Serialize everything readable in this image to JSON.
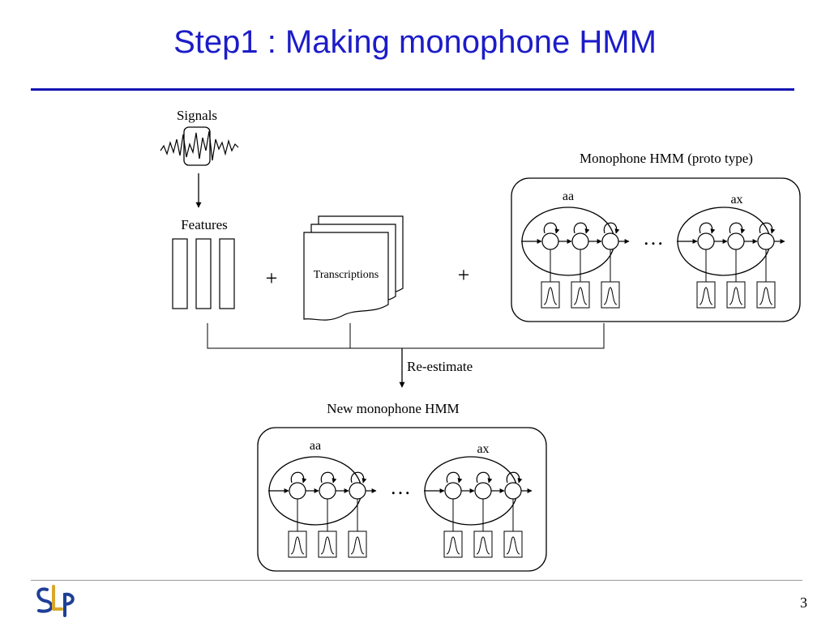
{
  "slide": {
    "title": "Step1 : Making monophone HMM",
    "page_number": "3",
    "logo_text": "SLP"
  },
  "diagram": {
    "signals_label": "Signals",
    "features_label": "Features",
    "transcriptions_label": "Transcriptions",
    "plus_symbol": "+",
    "reestimate_label": "Re-estimate",
    "ellipsis": "…",
    "proto_hmm": {
      "title": "Monophone HMM (proto type)",
      "models": [
        {
          "label": "aa"
        },
        {
          "label": "ax"
        }
      ]
    },
    "new_hmm": {
      "title": "New monophone HMM",
      "models": [
        {
          "label": "aa"
        },
        {
          "label": "ax"
        }
      ]
    }
  },
  "colors": {
    "title_blue": "#1c1cc8",
    "rule_blue": "#1515b4",
    "logo_blue": "#1f3f96",
    "logo_gold": "#d9a72a"
  }
}
